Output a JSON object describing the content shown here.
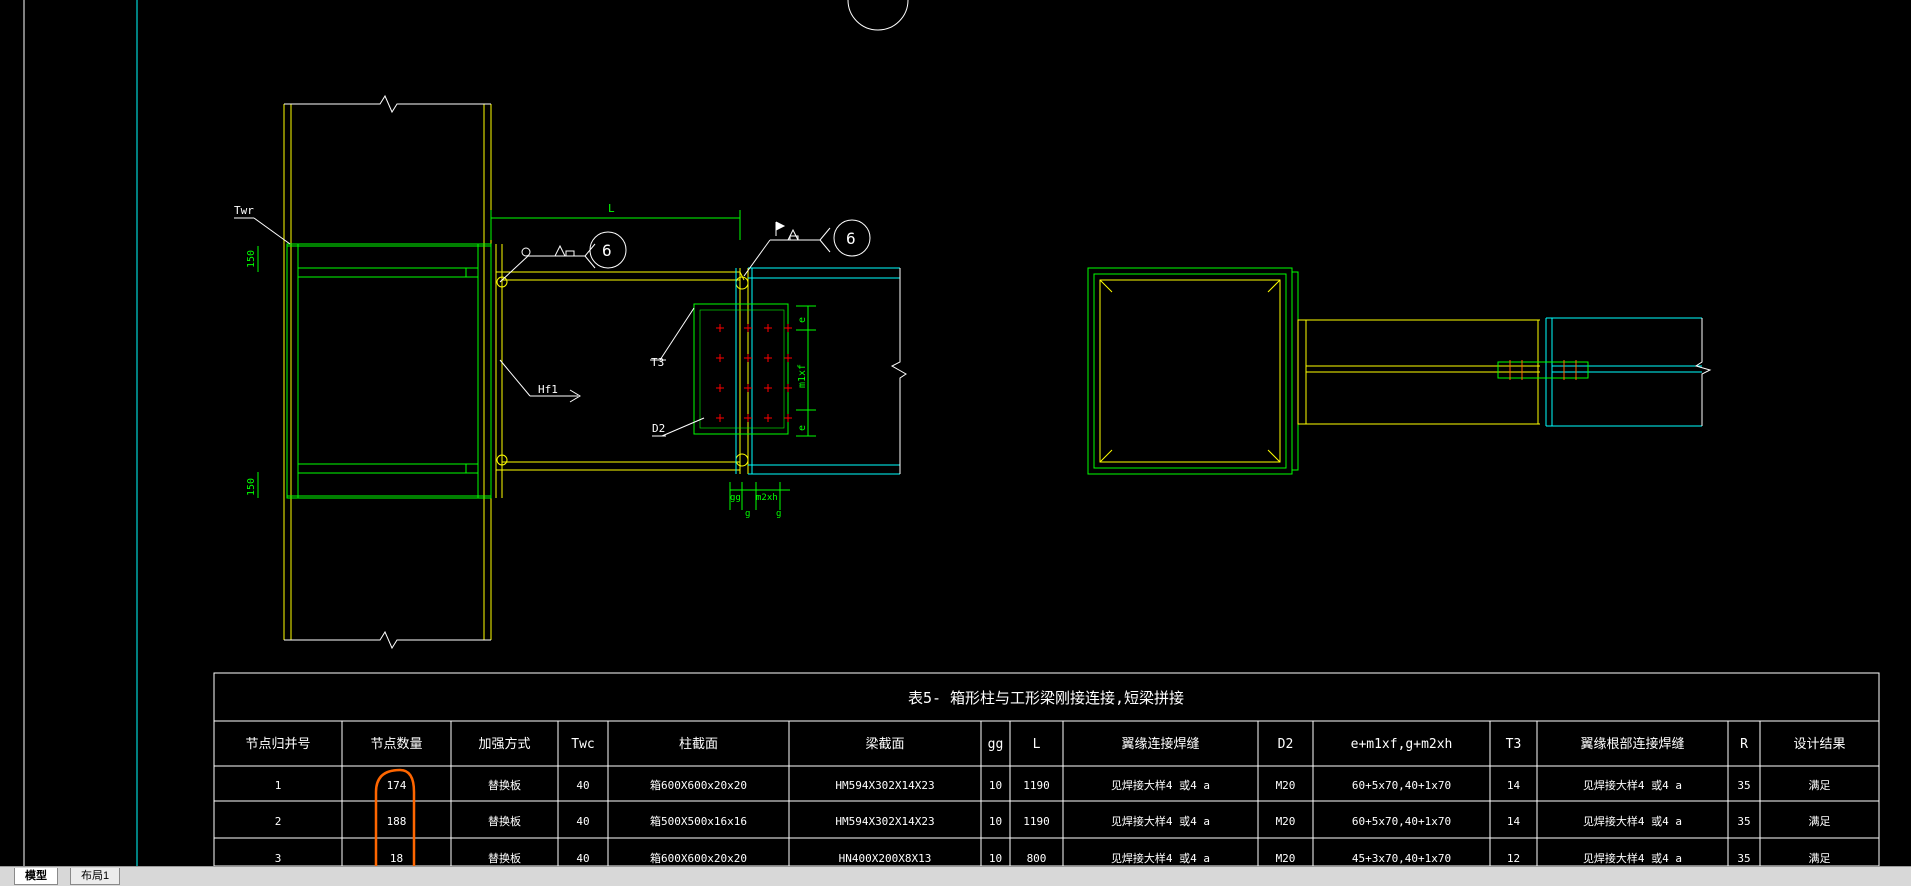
{
  "drawing": {
    "labels": {
      "L": "L",
      "Twr": "Twr",
      "dim150_top": "150",
      "dim150_bot": "150",
      "weld_num_1": "6",
      "weld_num_2": "6",
      "T3": "T3",
      "Hf1": "Hf1",
      "D2": "D2",
      "e_top": "e",
      "e_bot": "e",
      "m1xf": "m1xf",
      "gg": "gg",
      "m2xh": "m2xh",
      "g_left": "g",
      "g_right": "g"
    }
  },
  "table": {
    "title": "表5- 箱形柱与工形梁刚接连接,短梁拼接",
    "headers": [
      "节点归并号",
      "节点数量",
      "加强方式",
      "Twc",
      "柱截面",
      "梁截面",
      "gg",
      "L",
      "翼缘连接焊缝",
      "D2",
      "e+m1xf,g+m2xh",
      "T3",
      "翼缘根部连接焊缝",
      "R",
      "设计结果"
    ],
    "rows": [
      [
        "1",
        "174",
        "替换板",
        "40",
        "箱600X600x20x20",
        "HM594X302X14X23",
        "10",
        "1190",
        "见焊接大样4 或4 a",
        "M20",
        "60+5x70,40+1x70",
        "14",
        "见焊接大样4 或4 a",
        "35",
        "满足"
      ],
      [
        "2",
        "188",
        "替换板",
        "40",
        "箱500X500x16x16",
        "HM594X302X14X23",
        "10",
        "1190",
        "见焊接大样4 或4 a",
        "M20",
        "60+5x70,40+1x70",
        "14",
        "见焊接大样4 或4 a",
        "35",
        "满足"
      ],
      [
        "3",
        "18",
        "替换板",
        "40",
        "箱600X600x20x20",
        "HN400X200X8X13",
        "10",
        "800",
        "见焊接大样4 或4 a",
        "M20",
        "45+3x70,40+1x70",
        "12",
        "见焊接大样4 或4 a",
        "35",
        "满足"
      ]
    ]
  },
  "tabs": [
    {
      "label": "模型",
      "active": true
    },
    {
      "label": "布局1",
      "active": false
    }
  ],
  "colors": {
    "green": "#00ff00",
    "yellow": "#ffff00",
    "cyan": "#00ffff",
    "white": "#ffffff",
    "red": "#ff0000",
    "annotation": "#ff6600"
  }
}
